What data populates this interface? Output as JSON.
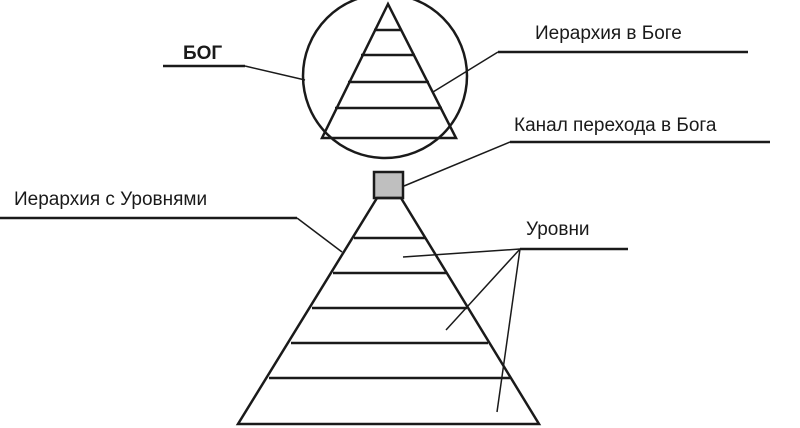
{
  "labels": {
    "god": "БОГ",
    "hierarchy_in_god": "Иерархия в Боге",
    "transition_channel": "Канал перехода в Бога",
    "hierarchy_with_levels": "Иерархия с Уровнями",
    "levels": "Уровни"
  },
  "colors": {
    "stroke": "#1a1a1a",
    "channel_fill": "#bfbfbf",
    "background": "#ffffff"
  }
}
